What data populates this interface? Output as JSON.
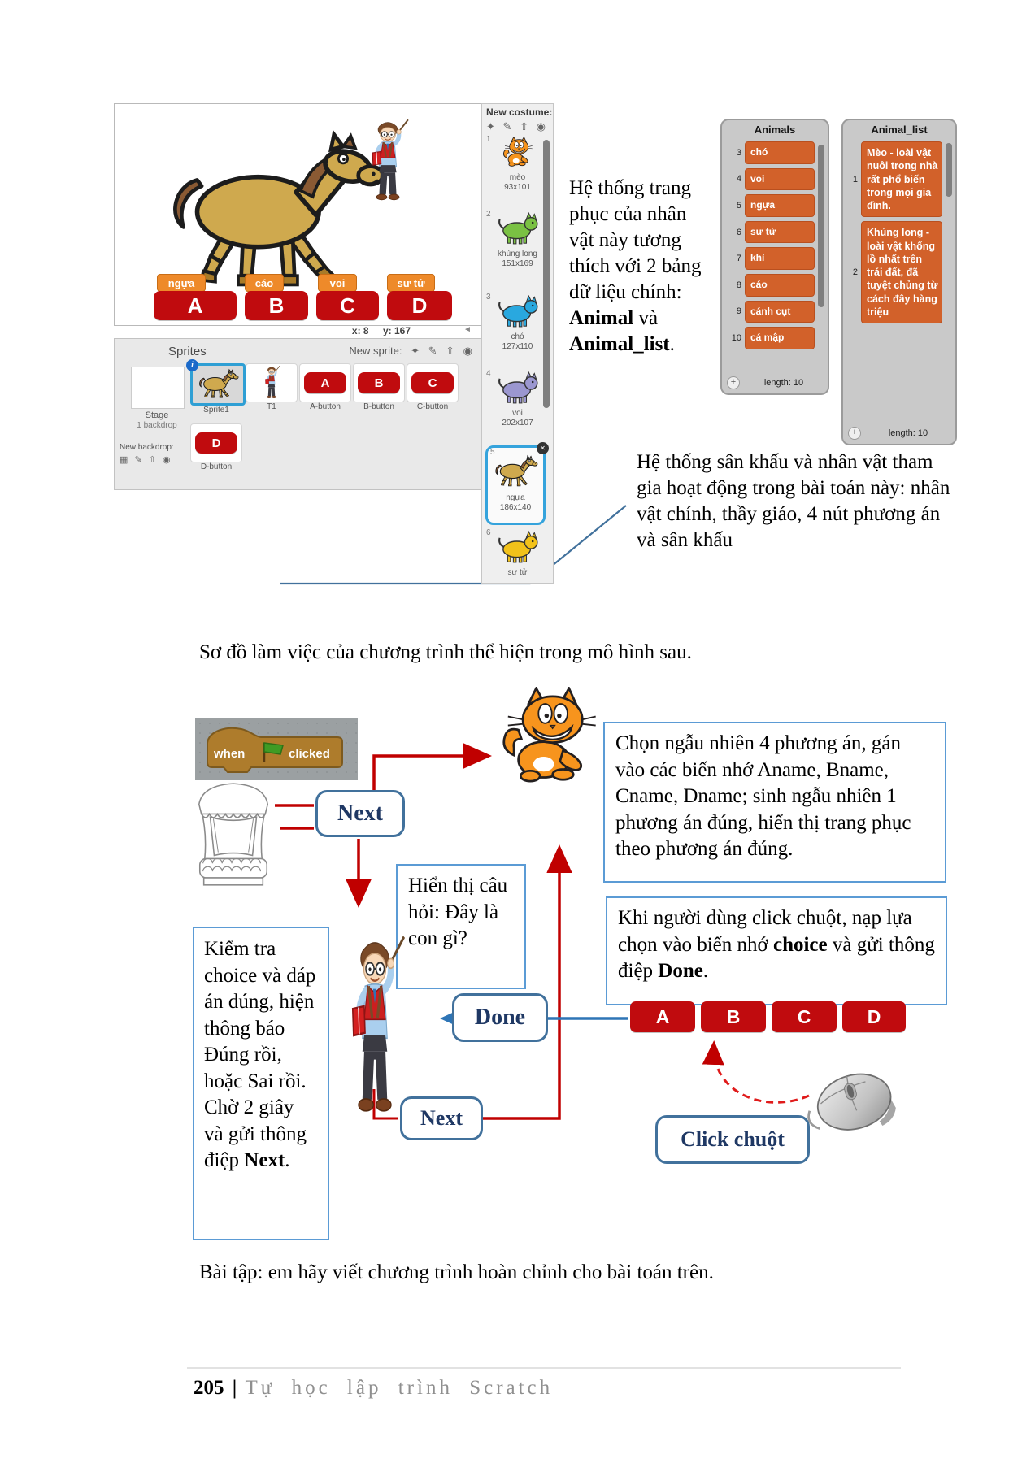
{
  "page": {
    "section_intro": "Sơ đồ làm việc của chương trình thể hiện trong mô hình sau.",
    "exercise": "Bài tập: em hãy viết chương trình hoàn chỉnh cho bài toán trên.",
    "footer": {
      "page_number": "205",
      "separator": "|",
      "book_title": "Tự học lập trình Scratch"
    }
  },
  "stage": {
    "answer_labels": [
      "ngựa",
      "cáo",
      "voi",
      "sư tử"
    ],
    "answer_buttons": [
      "A",
      "B",
      "C",
      "D"
    ],
    "coords": {
      "x_label": "x:",
      "x_value": "8",
      "y_label": "y:",
      "y_value": "167"
    }
  },
  "sprites_panel": {
    "title": "Sprites",
    "new_sprite_label": "New sprite:",
    "stage_name": "Stage",
    "stage_sub": "1 backdrop",
    "new_backdrop_label": "New backdrop:",
    "sprites": [
      {
        "name": "Sprite1"
      },
      {
        "name": "T1"
      },
      {
        "name": "A-button",
        "letter": "A"
      },
      {
        "name": "B-button",
        "letter": "B"
      },
      {
        "name": "C-button",
        "letter": "C"
      },
      {
        "name": "D-button",
        "letter": "D"
      }
    ]
  },
  "costume_panel": {
    "title": "New costume:",
    "costumes": [
      {
        "num": "1",
        "name": "mèo",
        "size": "93x101"
      },
      {
        "num": "2",
        "name": "khủng long",
        "size": "151x169"
      },
      {
        "num": "3",
        "name": "chó",
        "size": "127x110"
      },
      {
        "num": "4",
        "name": "voi",
        "size": "202x107"
      },
      {
        "num": "5",
        "name": "ngựa",
        "size": "186x140"
      },
      {
        "num": "6",
        "name": "sư tử",
        "size": ""
      }
    ]
  },
  "animals_panel": {
    "title": "Animals",
    "rows": [
      {
        "num": "3",
        "text": "chó"
      },
      {
        "num": "4",
        "text": "voi"
      },
      {
        "num": "5",
        "text": "ngựa"
      },
      {
        "num": "6",
        "text": "sư tử"
      },
      {
        "num": "7",
        "text": "khỉ"
      },
      {
        "num": "8",
        "text": "cáo"
      },
      {
        "num": "9",
        "text": "cánh cụt"
      },
      {
        "num": "10",
        "text": "cá mập"
      }
    ],
    "add_label": "+",
    "length_label": "length: 10"
  },
  "animal_list_panel": {
    "title": "Animal_list",
    "rows": [
      {
        "num": "1",
        "text": "Mèo - loài vật nuôi trong nhà rất phổ biến trong mọi gia đình."
      },
      {
        "num": "2",
        "text": "Khủng long - loài vật khổng lồ nhất trên trái đất, đã tuyệt chủng từ cách đây hàng triệu"
      }
    ],
    "add_label": "+",
    "length_label": "length: 10"
  },
  "notes": {
    "costume_note": {
      "p1": "Hệ thống trang phục của nhân vật này tương thích với 2 bảng dữ liệu chính: ",
      "b1": "Animal",
      "p2": " và ",
      "b2": "Animal_list",
      "p3": "."
    },
    "stage_note": "Hệ thống sân khấu và nhân vật tham gia hoạt động trong bài toán này: nhân vật chính, thầy giáo, 4 nút phương án và sân khấu"
  },
  "diagram": {
    "block_when": "when",
    "block_clicked": "clicked",
    "next1": "Next",
    "next2": "Next",
    "done": "Done",
    "click_mouse": "Click chuột",
    "abcd": [
      "A",
      "B",
      "C",
      "D"
    ],
    "box_random": "Chọn ngẫu nhiên 4 phương án, gán vào các biến nhớ Aname, Bname, Cname, Dname; sinh ngẫu nhiên 1 phương án đúng, hiển thị trang phục theo phương án đúng.",
    "box_question": "Hiển thị câu hỏi: Đây là con gì?",
    "box_check": {
      "p1": "Kiểm tra choice và đáp án đúng, hiện thông báo Đúng rồi, hoặc Sai rồi. Chờ 2 giây và gửi thông điệp ",
      "b1": "Next",
      "p2": "."
    },
    "box_click": {
      "p1": "Khi người dùng click chuột, nạp lựa chọn vào biến nhớ ",
      "b1": "choice",
      "p2": " và gửi thông điệp ",
      "b2": "Done",
      "p3": "."
    }
  },
  "icons": {
    "library": "✦",
    "paint": "✎",
    "upload": "⇧",
    "camera": "◉",
    "backdrop": "▦",
    "info": "i",
    "close": "✕",
    "scroll_left": "◄",
    "plus": "+"
  },
  "colors": {
    "button_red": "#c00b0e",
    "label_orange": "#ee8a2a",
    "list_orange": "#d2612a",
    "panel_gray": "#c9c9c9",
    "box_border_blue": "#5b9bd5",
    "flow_border_blue": "#41719c",
    "flow_text_navy": "#1f3864",
    "arrow_red": "#c00000",
    "arrow_blue": "#2e75b6",
    "block_brown": "#ae7c2c",
    "flag_green": "#3f9b24"
  }
}
